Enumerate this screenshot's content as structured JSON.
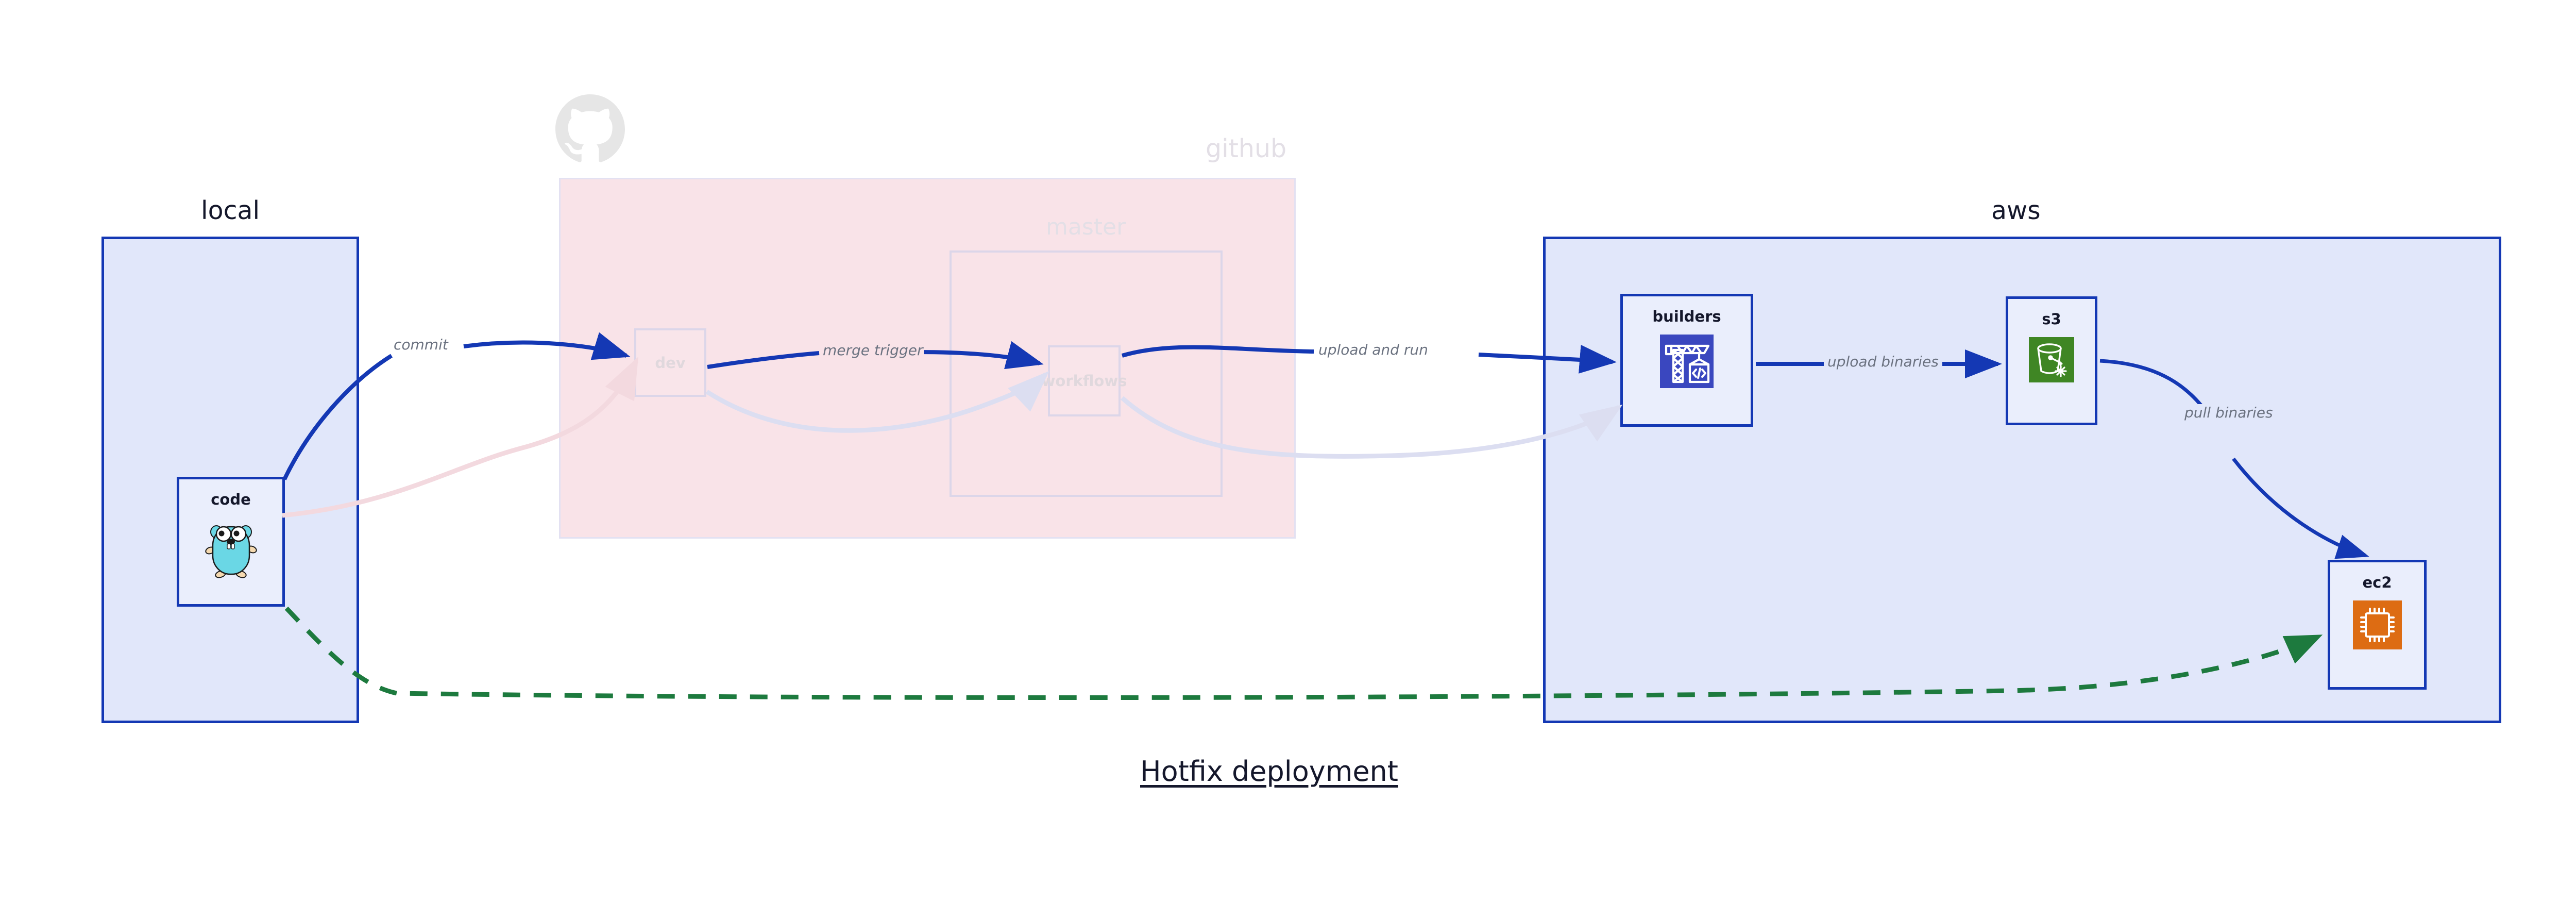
{
  "diagram": {
    "title": "Hotfix deployment",
    "colors": {
      "group_border_blue": "#1438b4",
      "group_fill_blue": "#e1e7fa",
      "group_fill_pink": "#f9e3e8",
      "node_fill": "#eaeefc",
      "arrow_blue": "#1438b4",
      "arrow_green": "#1d7a3e",
      "arrow_faded_pink": "#f6dfe4",
      "arrow_faded_lavender": "#dfe1f3",
      "label_gray": "#6b7280",
      "text_dark": "#14172b",
      "faded_text": "#e3dfe6",
      "builders_icon_bg": "#3a47bf",
      "s3_icon_bg": "#3f8624",
      "ec2_icon_bg": "#dd6c13",
      "gopher_body": "#6ad7e5"
    }
  },
  "groups": [
    {
      "id": "local",
      "label": "local",
      "faded": false
    },
    {
      "id": "github",
      "label": "github",
      "faded": true
    },
    {
      "id": "aws",
      "label": "aws",
      "faded": false
    }
  ],
  "nodes": [
    {
      "id": "code",
      "label": "code",
      "icon": "go-gopher-icon",
      "faded": false
    },
    {
      "id": "dev",
      "label": "dev",
      "icon": "none",
      "faded": true
    },
    {
      "id": "master",
      "label": "master",
      "icon": "none",
      "faded": true
    },
    {
      "id": "workflows",
      "label": "workflows",
      "icon": "none",
      "faded": true
    },
    {
      "id": "builders",
      "label": "builders",
      "icon": "crane-code-icon",
      "faded": false
    },
    {
      "id": "s3",
      "label": "s3",
      "icon": "s3-bucket-icon",
      "faded": false
    },
    {
      "id": "ec2",
      "label": "ec2",
      "icon": "cpu-chip-icon",
      "faded": false
    }
  ],
  "edges": [
    {
      "id": "commit",
      "label": "commit",
      "from": "code",
      "to": "dev",
      "style": "solid-blue"
    },
    {
      "id": "merge-trigger",
      "label": "merge trigger",
      "from": "dev",
      "to": "workflows",
      "style": "solid-blue"
    },
    {
      "id": "upload-and-run",
      "label": "upload and run",
      "from": "workflows",
      "to": "builders",
      "style": "solid-blue"
    },
    {
      "id": "upload-binaries",
      "label": "upload binaries",
      "from": "builders",
      "to": "s3",
      "style": "solid-blue"
    },
    {
      "id": "pull-binaries",
      "label": "pull binaries",
      "from": "s3",
      "to": "ec2",
      "style": "solid-blue"
    },
    {
      "id": "hotfix-direct",
      "label": "",
      "from": "code",
      "to": "ec2",
      "style": "dashed-green"
    },
    {
      "id": "faded-code-dev",
      "label": "",
      "from": "code",
      "to": "dev",
      "style": "faded-pink"
    },
    {
      "id": "faded-wf-builders",
      "label": "",
      "from": "workflows",
      "to": "builders",
      "style": "faded-lavender"
    }
  ],
  "logos": [
    {
      "id": "github-logo",
      "name": "github-octocat-icon",
      "faded": true
    }
  ]
}
